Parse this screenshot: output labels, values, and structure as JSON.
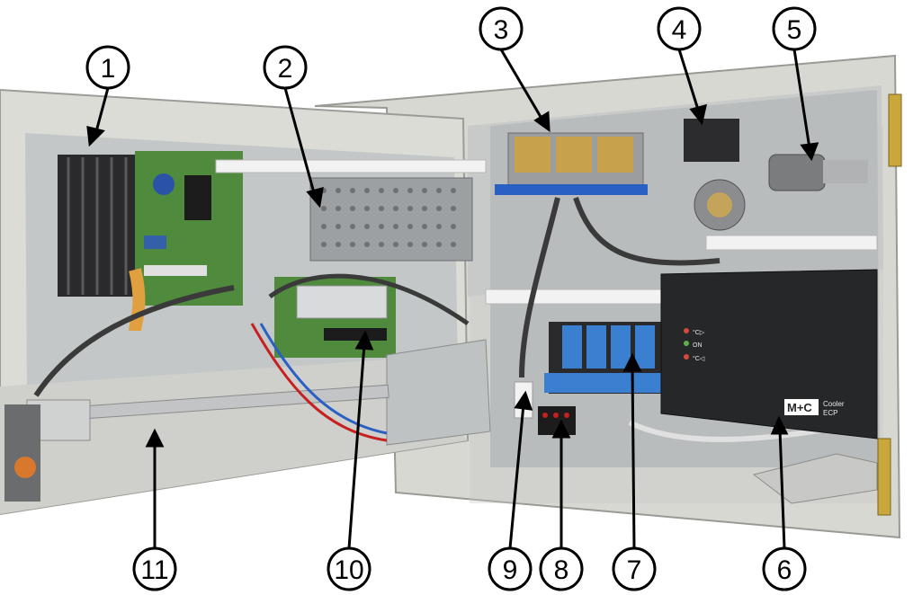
{
  "callouts": [
    {
      "id": "1",
      "label": "1"
    },
    {
      "id": "2",
      "label": "2"
    },
    {
      "id": "3",
      "label": "3"
    },
    {
      "id": "4",
      "label": "4"
    },
    {
      "id": "5",
      "label": "5"
    },
    {
      "id": "6",
      "label": "6"
    },
    {
      "id": "7",
      "label": "7"
    },
    {
      "id": "8",
      "label": "8"
    },
    {
      "id": "9",
      "label": "9"
    },
    {
      "id": "10",
      "label": "10"
    },
    {
      "id": "11",
      "label": "11"
    }
  ],
  "controller": {
    "brand": "M+C",
    "model_line1": "Cooler",
    "model_line2": "ECP",
    "led_labels": [
      "°C▷",
      "ON",
      "°C◁"
    ]
  },
  "colors": {
    "cabinet_panel": "#d9d9d4",
    "mounting_plate": "#b9bcbd",
    "controller_box": "#262729",
    "heat_sink": "#2a2a2c",
    "pcb_green": "#4f8a3d",
    "relay_blue": "#3a7fd0",
    "wire_red": "#c62020",
    "wire_blue": "#2a5fc4"
  }
}
